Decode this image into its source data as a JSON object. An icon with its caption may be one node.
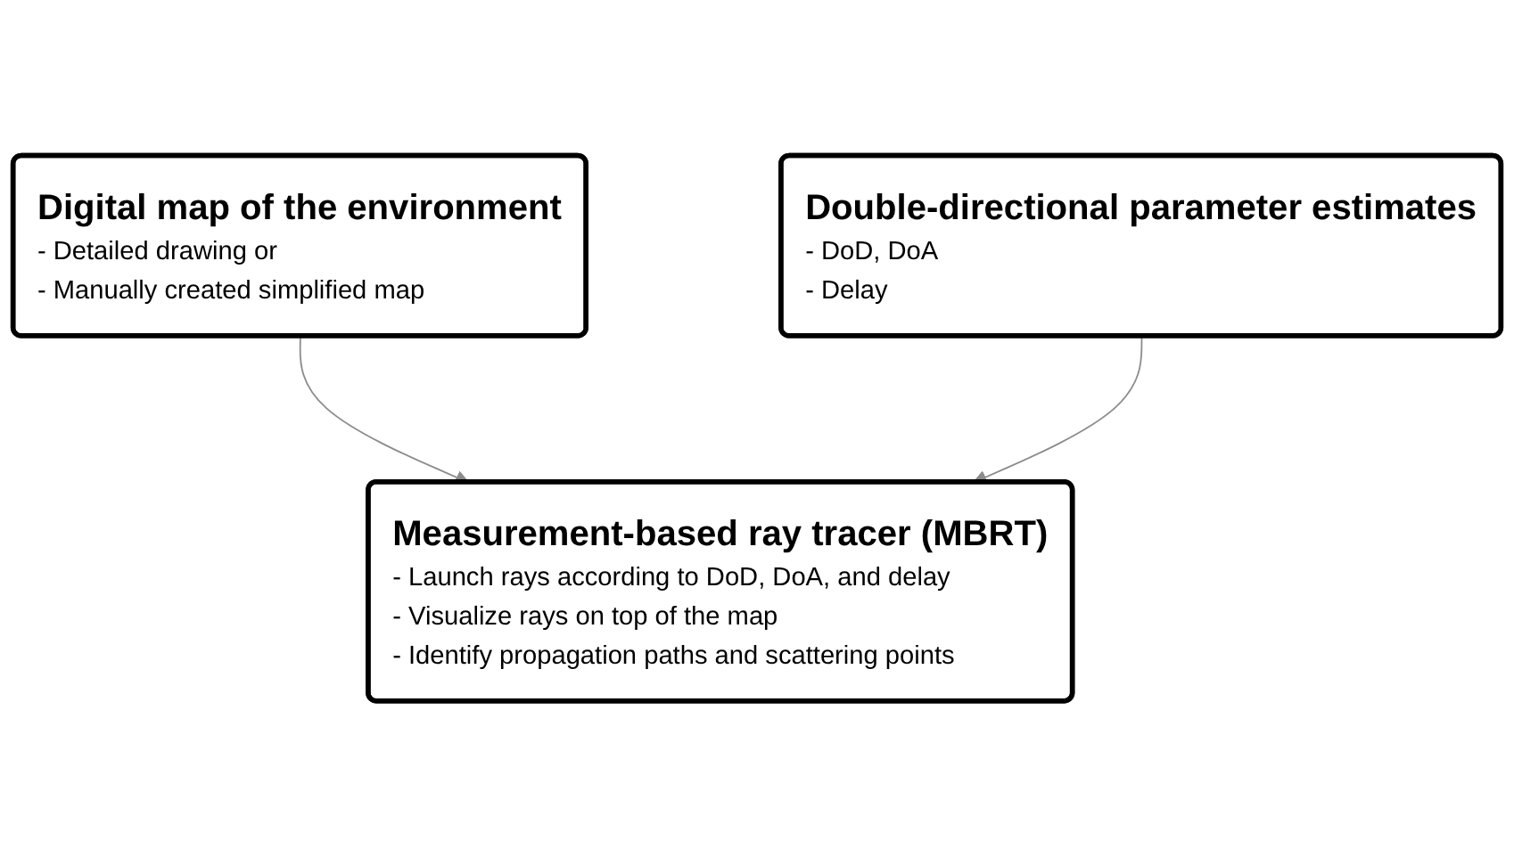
{
  "diagram": {
    "nodes": [
      {
        "text": [
          "Digital map of the environment",
          "- Detailed drawing or",
          "- Manually created simplified map"
        ]
      },
      {
        "text": [
          "Double-directional parameter estimates",
          "- DoD, DoA",
          "- Delay"
        ]
      },
      {
        "text": [
          "Measurement-based ray tracer (MBRT)",
          "- Launch rays according to DoD, DoA, and delay",
          "- Visualize rays on top of the map",
          "- Identify propagation paths and scattering points"
        ]
      }
    ],
    "edges": [
      {
        "from": 0,
        "to": 2,
        "arrow": "to"
      },
      {
        "from": 1,
        "to": 2,
        "arrow": "to"
      }
    ]
  }
}
